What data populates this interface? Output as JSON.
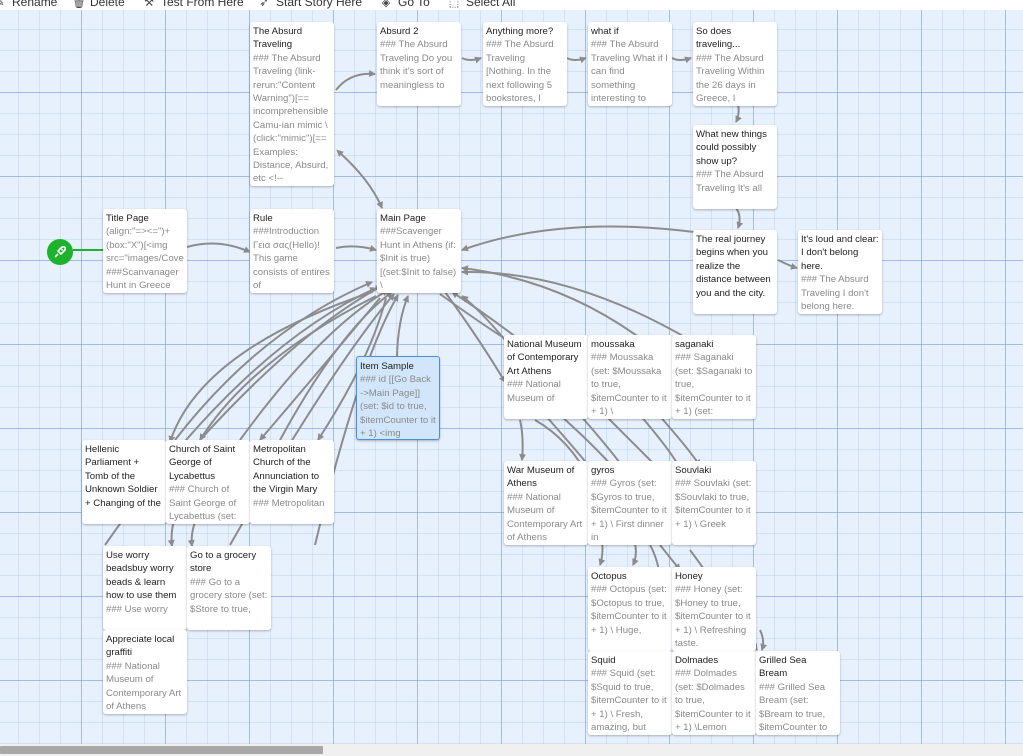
{
  "toolbar": {
    "rename": "Rename",
    "delete": "Delete",
    "test_from_here": "Test From Here",
    "start_story_here": "Start Story Here",
    "go_to": "Go To",
    "select_all": "Select All"
  },
  "passages": [
    {
      "title": "The Absurd Traveling",
      "excerpt": "### The Absurd Traveling (link-rerun:\"Content Warning\")[== incomprehensible Camu-ian mimic \\(click:\"mimic\")[== Examples: Distance, Absurd, etc <!--"
    },
    {
      "title": "Absurd 2",
      "excerpt": "### The Absurd Traveling Do you think it's sort of meaningless to"
    },
    {
      "title": "Anything more?",
      "excerpt": "### The Absurd Traveling [Nothing. In the next following 5 bookstores, I"
    },
    {
      "title": "what if",
      "excerpt": "### The Absurd Traveling What if I can find something interesting to"
    },
    {
      "title": "So does traveling...",
      "excerpt": "### The Absurd Traveling Within the 26 days in Greece, I"
    },
    {
      "title": "What new things could possibly show up?",
      "excerpt": "### The Absurd Traveling It's all"
    },
    {
      "title": "Title Page",
      "excerpt": "(align:\"=><=\")+(box:\"X\")[<img src=\"images/Cove ###Scanvanager Hunt in Greece"
    },
    {
      "title": "Rule",
      "excerpt": "###Introduction Γεια σας(Hello)! This game consists of entires of"
    },
    {
      "title": "Main Page",
      "excerpt": "###Scavenger Hunt in Athens (if: $Init is true)[(set:$Init to false) \\"
    },
    {
      "title": "The real journey begins when you realize the distance between you and the city.",
      "excerpt": ""
    },
    {
      "title": "It's loud and clear: I don't belong here.",
      "excerpt": "### The Absurd Traveling I don't belong here."
    },
    {
      "title": "Item Sample",
      "excerpt": "### id [[Go Back ->Main Page]] (set: $id to true, $itemCounter to it + 1) <img"
    },
    {
      "title": "National Museum of Contemporary Art Athens",
      "excerpt": "### National Museum of"
    },
    {
      "title": "moussaka",
      "excerpt": "### Moussaka (set: $Moussaka to true, $itemCounter to it + 1) \\"
    },
    {
      "title": "saganaki",
      "excerpt": "### Saganaki (set: $Saganaki to true, $itemCounter to it + 1) (set:"
    },
    {
      "title": "Hellenic Parliament + Tomb of the Unknown Soldier + Changing of the",
      "excerpt": ""
    },
    {
      "title": "Church of Saint George of Lycabettus",
      "excerpt": "### Church of Saint George of Lycabettus (set:"
    },
    {
      "title": "Metropolitan Church of the Annunciation to the Virgin Mary",
      "excerpt": "### Metropolitan"
    },
    {
      "title": "War Museum of Athens",
      "excerpt": "### National Museum of Contemporary Art of Athens"
    },
    {
      "title": "gyros",
      "excerpt": "### Gyros (set: $Gyros to true, $itemCounter to it + 1) \\ First dinner in"
    },
    {
      "title": "Souvlaki",
      "excerpt": "### Souvlaki (set: $Souvlaki to true, $itemCounter to it + 1) \\ Greek"
    },
    {
      "title": "Use worry beadsbuy worry beads & learn how to use them",
      "excerpt": "### Use worry"
    },
    {
      "title": "Go to a grocery store",
      "excerpt": "### Go to a grocery store (set: $Store to true,"
    },
    {
      "title": "Octopus",
      "excerpt": "### Octopus (set: $Octopus to true, $itemCounter to it + 1) \\ Huge,"
    },
    {
      "title": "Honey",
      "excerpt": "### Honey (set: $Honey to true, $itemCounter to it + 1) \\ Refreshing taste."
    },
    {
      "title": "Appreciate local graffiti",
      "excerpt": "### National Museum of Contemporary Art of Athens"
    },
    {
      "title": "Squid",
      "excerpt": "### Squid (set: $Squid to true, $itemCounter to it + 1) \\ Fresh, amazing, but"
    },
    {
      "title": "Dolmades",
      "excerpt": "### Dolmades (set: $Dolmades to true, $itemCounter to it + 1) \\Lemon"
    },
    {
      "title": "Grilled Sea Bream",
      "excerpt": "### Grilled Sea Bream (set: $Bream to true, $itemCounter to"
    }
  ]
}
